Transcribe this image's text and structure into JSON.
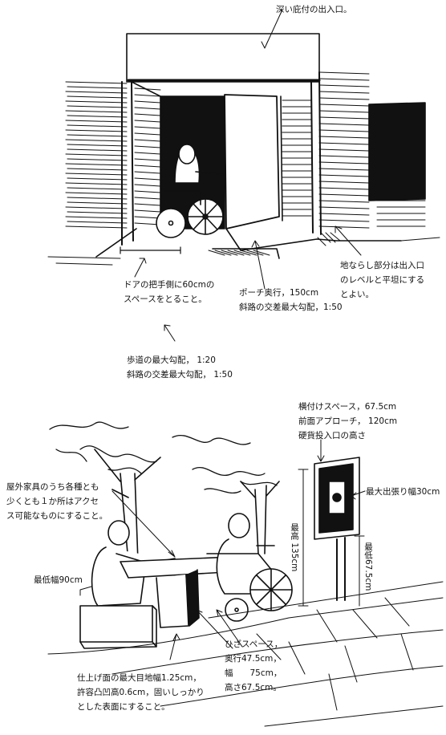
{
  "top": {
    "canopy": "深い庇付の出入口。",
    "ground_level": [
      "地ならし部分は出入口",
      "のレベルと平坦にする",
      "とよい。"
    ],
    "door_space": [
      "ドアの把手側に60cmの",
      "スペースをとること。"
    ],
    "porch": [
      "ポーチ奥行，150cm",
      "斜路の交差最大勾配，1:50"
    ],
    "sidewalk": [
      "歩道の最大勾配，  1:20",
      "斜路の交差最大勾配，  1:50"
    ]
  },
  "bottom": {
    "mailbox": [
      "横付けスペース，67.5cm",
      "前面アプローチ，  120cm",
      "硬貨投入口の高さ"
    ],
    "max_protrusion": "最大出張り幅30cm",
    "max_height": "最高 135cm",
    "min_height": "最低67.5cm",
    "furniture": [
      "屋外家具のうち各種とも",
      "少くとも１か所はアクセ",
      "ス可能なものにすること。"
    ],
    "min_width": "最低幅90cm",
    "knee_space": [
      "ひざスペース，",
      "奥行47.5cm，",
      "幅　　75cm，",
      "高さ67.5cm。"
    ],
    "surface": [
      "仕上げ面の最大目地幅1.25cm，",
      "許容凸凹高0.6cm，固いしっかり",
      "とした表面にすること。"
    ]
  }
}
